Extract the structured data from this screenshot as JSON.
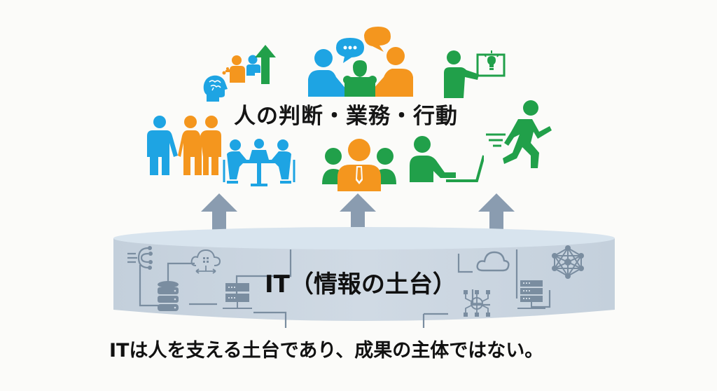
{
  "diagram": {
    "top_label": "人の判断・業務・行動",
    "platform_label": "IT（情報の土台）",
    "caption": "ITは人を支える土台であり、成果の主体ではない。",
    "colors": {
      "blue": "#1ea4e3",
      "orange": "#f4961e",
      "green": "#21a04a",
      "arrow": "#8a9cb0",
      "platform_top": "#d6e2ec",
      "platform_body": "#c8d3de",
      "platform_icon": "#7a8da0",
      "background": "#fbfbf9"
    },
    "people_icons": [
      {
        "name": "brain-thinking-person-icon",
        "color": "orange/blue"
      },
      {
        "name": "growth-arrow-icon",
        "color": "green"
      },
      {
        "name": "conversation-group-icon",
        "color": "blue/orange/green"
      },
      {
        "name": "presenter-idea-icon",
        "color": "green"
      },
      {
        "name": "hand-holding-group-icon",
        "color": "blue/orange"
      },
      {
        "name": "meeting-table-icon",
        "color": "blue"
      },
      {
        "name": "team-leader-icon",
        "color": "orange/green"
      },
      {
        "name": "laptop-worker-icon",
        "color": "green"
      },
      {
        "name": "running-person-icon",
        "color": "green"
      }
    ],
    "support_arrows": 3,
    "platform_icons": [
      "data-flow-icon",
      "cloud-transfer-icon",
      "database-icon",
      "server-icon",
      "network-globe-icon",
      "cloud-icon",
      "server-rack-icon",
      "neural-network-icon"
    ]
  }
}
